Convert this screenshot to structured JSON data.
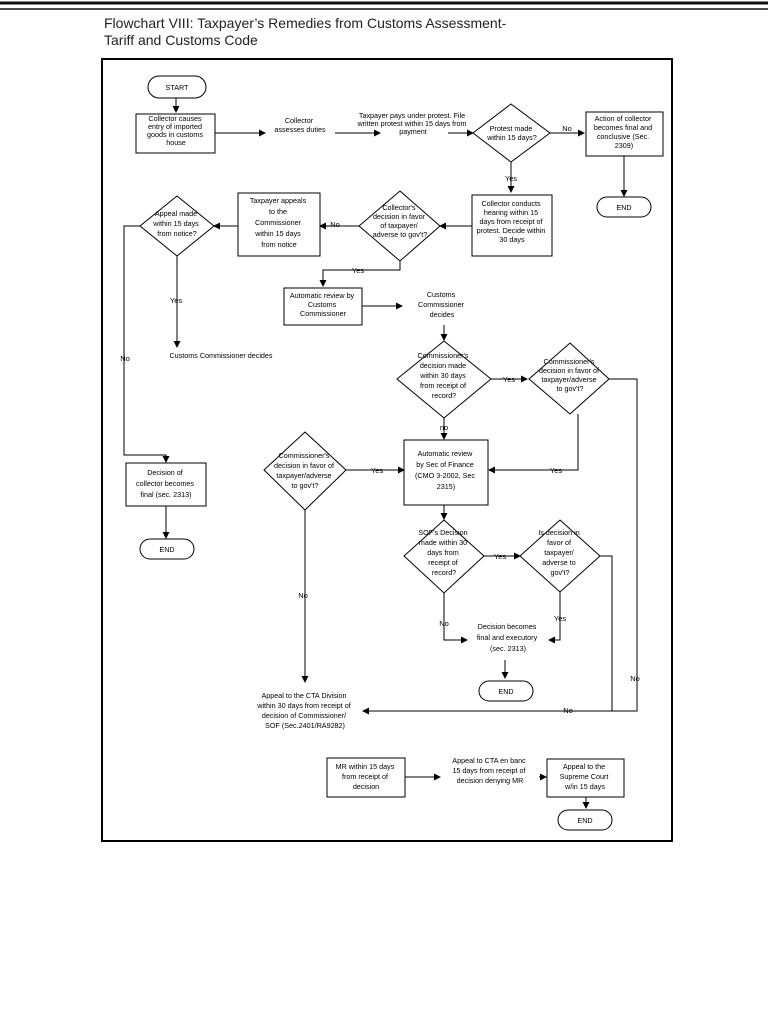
{
  "document": {
    "title_line1": "Flowchart VIII:  Taxpayer’s Remedies from Customs Assessment-",
    "title_line2": "Tariff and Customs Code"
  },
  "diagram": {
    "start": "START",
    "end": "END",
    "collector_causes": [
      "Collector causes",
      "entry of imported",
      "goods in customs",
      "house"
    ],
    "collector_assesses": [
      "Collector",
      "assesses duties"
    ],
    "taxpayer_pays": [
      "Taxpayer pays under protest. File",
      "written protest within 15 days from",
      "payment"
    ],
    "protest_made": [
      "Protest made",
      "within 15 days?"
    ],
    "action_final": [
      "Action of collector",
      "becomes final and",
      "conclusive (Sec.",
      "2309)"
    ],
    "collector_hearing": [
      "Collector conducts",
      "hearing within 15",
      "days from receipt of",
      "protest. Decide within",
      "30 days"
    ],
    "collectors_decision": [
      "Collector's",
      "decision in favor",
      "of taxpayer/",
      "adverse to gov't?"
    ],
    "taxpayer_appeals": [
      "Taxpayer appeals",
      "to the",
      "Commissioner",
      "within 15 days",
      "from notice"
    ],
    "appeal_made": [
      "Appeal made",
      "within 15 days",
      "from notice?"
    ],
    "automatic_review_comm": [
      "Automatic review by",
      "Customs",
      "Commissioner"
    ],
    "comm_decides_right": [
      "Customs",
      "Commissioner",
      "decides"
    ],
    "comm_decides_left": "Customs Commissioner decides",
    "comm_decision_30": [
      "Commissioner's",
      "decision made",
      "within 30 days",
      "from receipt of",
      "record?"
    ],
    "comm_decision_favor_right": [
      "Commissioner's",
      "decision in favor of",
      "taxpayer/adverse",
      "to gov't?"
    ],
    "decision_collector_final": [
      "Decision of",
      "collector becomes",
      "final (sec. 2313)"
    ],
    "comm_decision_favor_left": [
      "Commissioner's",
      "decision in favor of",
      "taxpayer/adverse",
      "to gov't?"
    ],
    "automatic_review_sof": [
      "Automatic review",
      "by Sec of Finance",
      "(CMO 3-2002, Sec",
      "2315)"
    ],
    "sof_decision": [
      "SOF's Decision",
      "made within 30",
      "days from",
      "receipt of",
      "record?"
    ],
    "is_decision_favor": [
      "Is decision in",
      "favor of",
      "taxpayer/",
      "adverse to",
      "gov't?"
    ],
    "decision_final_exec": [
      "Decision becomes",
      "final and executory",
      "(sec. 2313)"
    ],
    "appeal_cta_division": [
      "Appeal to the CTA Division",
      "within 30 days from receipt of",
      "decision of Commissioner/",
      "SOF (Sec.2401/RA9282)"
    ],
    "mr": [
      "MR within 15 days",
      "from receipt of",
      "decision"
    ],
    "appeal_cta_banc": [
      "Appeal to CTA en banc",
      "15 days from receipt of",
      "decision denying MR"
    ],
    "appeal_sc": [
      "Appeal to the",
      "Supreme Court",
      "w/in 15 days"
    ],
    "labels": {
      "no": "No",
      "no_lower": "no",
      "yes": "Yes"
    }
  }
}
